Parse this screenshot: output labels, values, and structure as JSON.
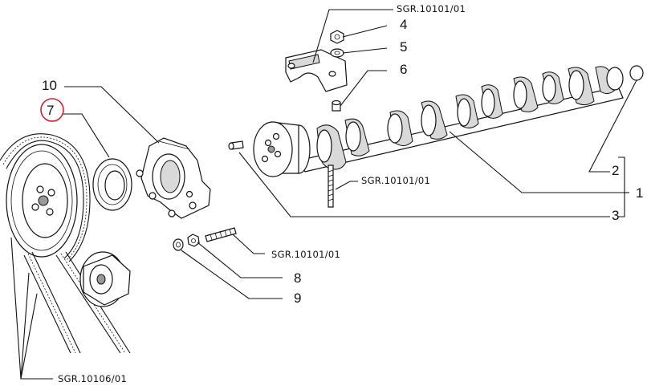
{
  "callouts": {
    "c1": "1",
    "c2": "2",
    "c3": "3",
    "c4": "4",
    "c5": "5",
    "c6": "6",
    "c7": "7",
    "c8": "8",
    "c9": "9",
    "c10": "10"
  },
  "references": {
    "top": "SGR.10101/01",
    "stud_mid": "SGR.10101/01",
    "stud_low": "SGR.10101/01",
    "belt": "SGR.10106/01"
  },
  "highlight": {
    "item": "7",
    "color": "#d0202a"
  }
}
